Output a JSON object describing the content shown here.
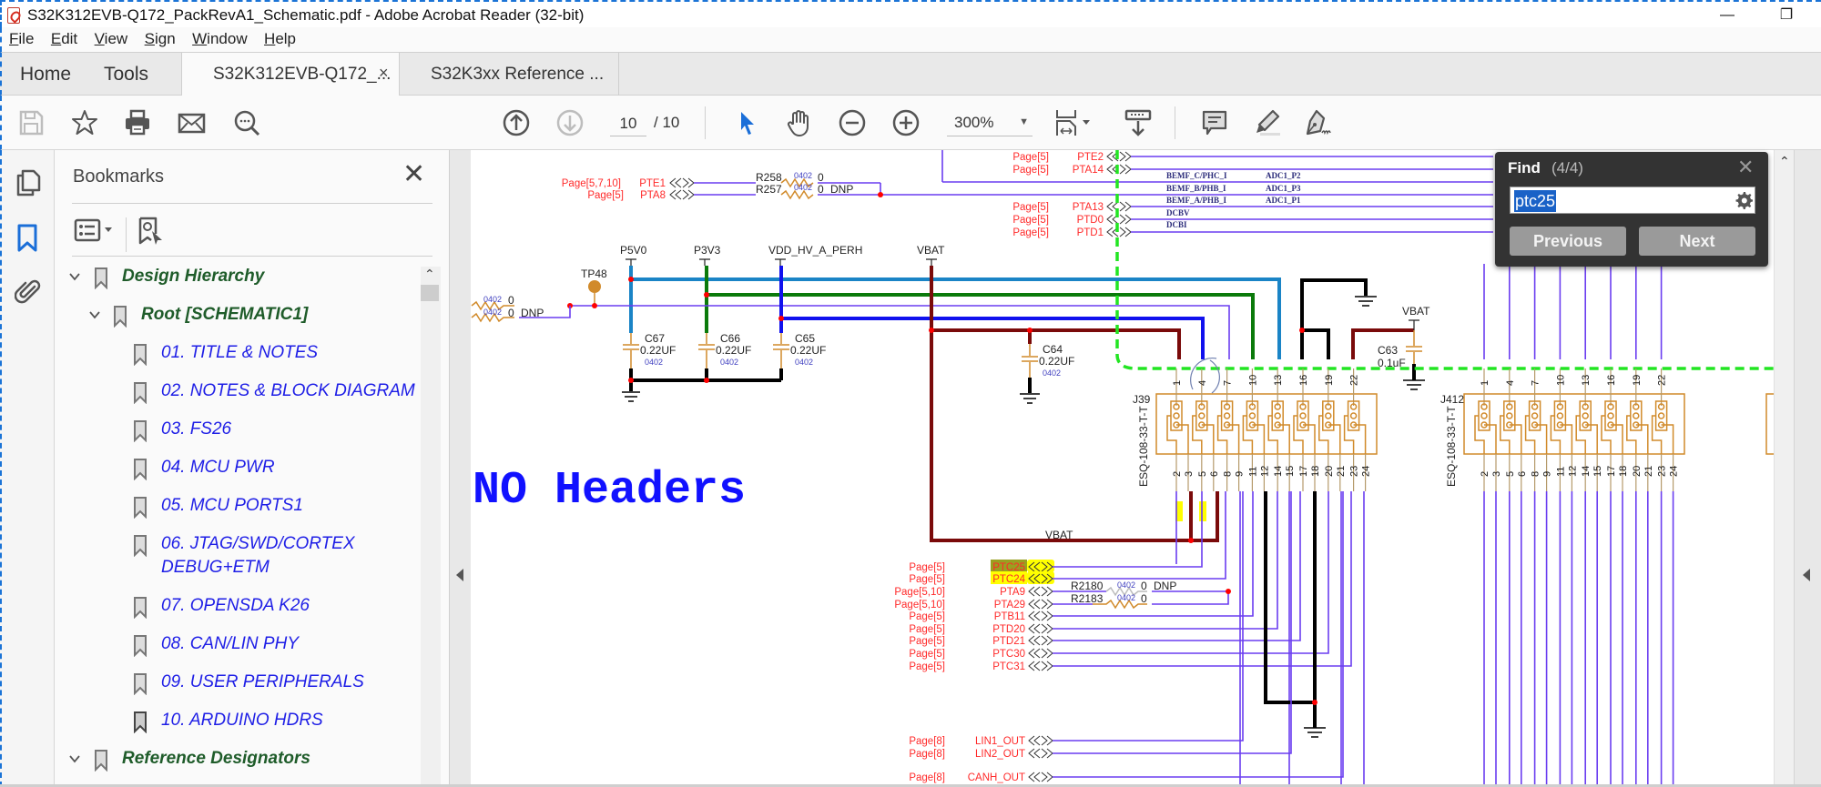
{
  "window": {
    "title": "S32K312EVB-Q172_PackRevA1_Schematic.pdf - Adobe Acrobat Reader (32-bit)",
    "minimize_glyph": "—",
    "restore_glyph": "❐"
  },
  "menu": {
    "items": [
      {
        "label": "File",
        "accel": "F",
        "rest": "ile"
      },
      {
        "label": "Edit",
        "accel": "E",
        "rest": "dit"
      },
      {
        "label": "View",
        "accel": "V",
        "rest": "iew"
      },
      {
        "label": "Sign",
        "accel": "S",
        "rest": "ign"
      },
      {
        "label": "Window",
        "accel": "W",
        "rest": "indow"
      },
      {
        "label": "Help",
        "accel": "H",
        "rest": "elp"
      }
    ]
  },
  "tabs": {
    "home": "Home",
    "tools": "Tools",
    "documents": [
      {
        "label": "S32K312EVB-Q172_...",
        "active": true,
        "close": "×"
      },
      {
        "label": "S32K3xx Reference ...",
        "active": false
      }
    ]
  },
  "toolbar": {
    "current_page": "10",
    "total_pages": "/ 10",
    "zoom": "300%",
    "icons": [
      "save-icon",
      "bookmark-star-icon",
      "print-icon",
      "email-icon",
      "search-icon",
      "page-up-icon",
      "page-down-icon",
      "select-cursor-icon",
      "hand-tool-icon",
      "zoom-out-icon",
      "zoom-in-icon",
      "fit-page-icon",
      "scroll-mode-icon",
      "comment-icon",
      "highlight-icon",
      "sign-icon"
    ]
  },
  "bookmarks": {
    "title": "Bookmarks",
    "close": "✕",
    "items": [
      {
        "label": "Design Hierarchy",
        "type": "group",
        "level": 0,
        "expanded": true
      },
      {
        "label": "Root [SCHEMATIC1]",
        "type": "group",
        "level": 1,
        "expanded": true
      },
      {
        "label": "01. TITLE & NOTES",
        "type": "leaf",
        "level": 2
      },
      {
        "label": "02. NOTES & BLOCK DIAGRAM",
        "type": "leaf",
        "level": 2
      },
      {
        "label": "03. FS26",
        "type": "leaf",
        "level": 2
      },
      {
        "label": "04. MCU PWR",
        "type": "leaf",
        "level": 2
      },
      {
        "label": "05. MCU PORTS1",
        "type": "leaf",
        "level": 2
      },
      {
        "label": "06. JTAG/SWD/CORTEX",
        "label2": "DEBUG+ETM",
        "type": "leaf",
        "level": 2
      },
      {
        "label": "07. OPENSDA K26",
        "type": "leaf",
        "level": 2
      },
      {
        "label": "08. CAN/LIN PHY",
        "type": "leaf",
        "level": 2
      },
      {
        "label": "09. USER PERIPHERALS",
        "type": "leaf",
        "level": 2
      },
      {
        "label": "10. ARDUINO HDRS",
        "type": "leaf",
        "level": 2,
        "current": true
      },
      {
        "label": "Reference Designators",
        "type": "group",
        "level": 0,
        "expanded": true
      }
    ]
  },
  "find": {
    "title": "Find",
    "count": "(4/4)",
    "query": "ptc25",
    "previous": "Previous",
    "next": "Next",
    "close": "✕"
  },
  "schematic": {
    "banner": "NO Headers",
    "colors": {
      "net": "#6a3df0",
      "label_red": "#ff2a2a",
      "component": "#d18a2a",
      "p5v0": "#1a84c6",
      "p3v3": "#0b7a0b",
      "vdd": "#1111ee",
      "vbat": "#7a0a0a",
      "gnd": "#000000",
      "dashed": "#22e522",
      "junction": "#ff0000",
      "highlight": "#ffff00"
    },
    "top_offpage": [
      {
        "page": "Page[5,7,10]",
        "net": "PTE1"
      },
      {
        "page": "Page[5]",
        "net": "PTA8"
      }
    ],
    "top_resistors": [
      {
        "ref": "R258",
        "pkg": "0402",
        "value": "0",
        "dnp": ""
      },
      {
        "ref": "R257",
        "pkg": "0402",
        "value": "0",
        "dnp": "DNP"
      }
    ],
    "right_offpage": [
      {
        "page": "Page[5]",
        "net": "PTE2"
      },
      {
        "page": "Page[5]",
        "net": "PTA14"
      },
      {
        "page": "Page[5]",
        "net": "PTA13"
      },
      {
        "page": "Page[5]",
        "net": "PTD0"
      },
      {
        "page": "Page[5]",
        "net": "PTD1"
      }
    ],
    "bus_labels": [
      {
        "name": "BEMF_C/PHC_I",
        "alt": "ADC1_P2"
      },
      {
        "name": "BEMF_B/PHB_I",
        "alt": "ADC1_P3"
      },
      {
        "name": "BEMF_A/PHB_I",
        "alt": "ADC1_P1"
      },
      {
        "name": "DCBV",
        "alt": ""
      },
      {
        "name": "DCBI",
        "alt": ""
      }
    ],
    "power_rails": [
      "P5V0",
      "P3V3",
      "VDD_HV_A_PERH",
      "VBAT"
    ],
    "testpoint": "TP48",
    "left_resistor": {
      "pkg": "0402",
      "v1": "0",
      "v2": "0",
      "dnp": "DNP"
    },
    "caps": [
      {
        "ref": "C67",
        "value": "0.22UF",
        "pkg": "0402"
      },
      {
        "ref": "C66",
        "value": "0.22UF",
        "pkg": "0402"
      },
      {
        "ref": "C65",
        "value": "0.22UF",
        "pkg": "0402"
      },
      {
        "ref": "C64",
        "value": "0.22UF",
        "pkg": "0402"
      },
      {
        "ref": "C63",
        "value": "0.1uF",
        "pkg": ""
      }
    ],
    "vbat_label_right": "VBAT",
    "vbat_label_bottom": "VBAT",
    "connectors": [
      {
        "ref": "J39",
        "part": "ESQ-108-33-T-T"
      },
      {
        "ref": "J412",
        "part": "ESQ-108-33-T-T"
      }
    ],
    "top_pins": [
      "1",
      "4",
      "7",
      "10",
      "13",
      "16",
      "19",
      "22"
    ],
    "bottom_pins": [
      "2",
      "3",
      "5",
      "6",
      "8",
      "9",
      "11",
      "12",
      "14",
      "15",
      "17",
      "18",
      "20",
      "21",
      "23",
      "24"
    ],
    "bottom_offpage": [
      {
        "page": "Page[5]",
        "net": "PTC25",
        "highlight": "current"
      },
      {
        "page": "Page[5]",
        "net": "PTC24",
        "highlight": "match"
      },
      {
        "page": "Page[5,10]",
        "net": "PTA9"
      },
      {
        "page": "Page[5,10]",
        "net": "PTA29"
      },
      {
        "page": "Page[5]",
        "net": "PTB11"
      },
      {
        "page": "Page[5]",
        "net": "PTD20"
      },
      {
        "page": "Page[5]",
        "net": "PTD21"
      },
      {
        "page": "Page[5]",
        "net": "PTC30"
      },
      {
        "page": "Page[5]",
        "net": "PTC31"
      }
    ],
    "bottom_resistors": [
      {
        "ref": "R2180",
        "pkg": "0402",
        "value": "0",
        "dnp": "DNP"
      },
      {
        "ref": "R2183",
        "pkg": "0402",
        "value": "0",
        "dnp": ""
      }
    ],
    "lin_offpage": [
      {
        "page": "Page[8]",
        "net": "LIN1_OUT"
      },
      {
        "page": "Page[8]",
        "net": "LIN2_OUT"
      },
      {
        "page": "Page[8]",
        "net": "CANH_OUT"
      }
    ]
  }
}
